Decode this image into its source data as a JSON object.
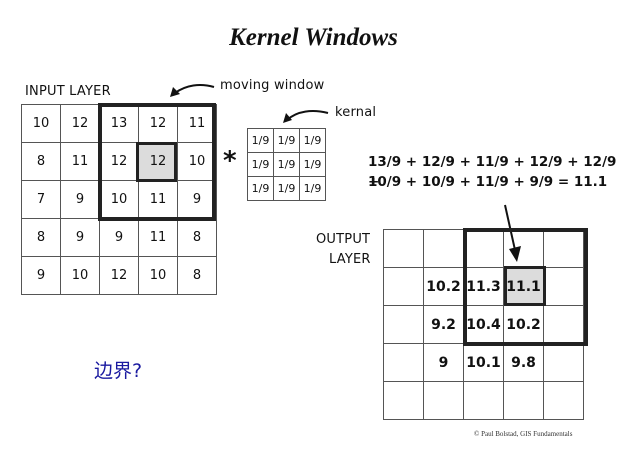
{
  "title": "Kernel Windows",
  "labels": {
    "input_layer": "INPUT LAYER",
    "moving_window": "moving window",
    "kernal": "kernal",
    "output_line1": "OUTPUT",
    "output_line2": "LAYER",
    "operator": "*",
    "question": "边界?",
    "credit": "© Paul Bolstad, GIS Fundamentals"
  },
  "input_grid": [
    [
      "10",
      "12",
      "13",
      "12",
      "11"
    ],
    [
      "8",
      "11",
      "12",
      "12",
      "10"
    ],
    [
      "7",
      "9",
      "10",
      "11",
      "9"
    ],
    [
      "8",
      "9",
      "9",
      "11",
      "8"
    ],
    [
      "9",
      "10",
      "12",
      "10",
      "8"
    ]
  ],
  "kernel_grid": [
    [
      "1/9",
      "1/9",
      "1/9"
    ],
    [
      "1/9",
      "1/9",
      "1/9"
    ],
    [
      "1/9",
      "1/9",
      "1/9"
    ]
  ],
  "equation": {
    "line1": "13/9 + 12/9 + 11/9 + 12/9 + 12/9 +",
    "line2": "10/9 + 10/9 + 11/9 + 9/9 = 11.1"
  },
  "output_grid": [
    [
      "",
      "",
      "",
      "",
      ""
    ],
    [
      "",
      "10.2",
      "11.3",
      "11.1",
      ""
    ],
    [
      "",
      "9.2",
      "10.4",
      "10.2",
      ""
    ],
    [
      "",
      "9",
      "10.1",
      "9.8",
      ""
    ],
    [
      "",
      "",
      "",
      "",
      ""
    ]
  ],
  "colors": {
    "highlight": "#dcdcdc",
    "question": "#1a1aa0"
  }
}
